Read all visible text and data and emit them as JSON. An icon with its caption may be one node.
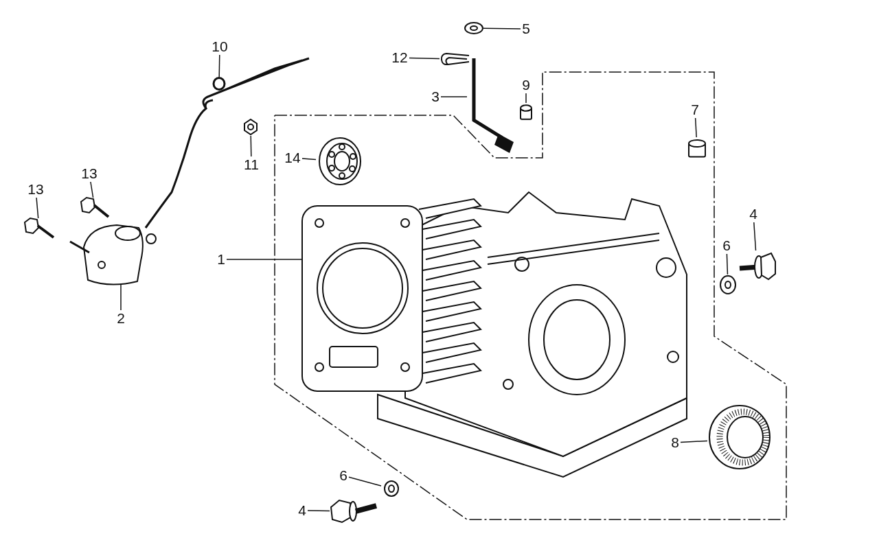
{
  "diagram": {
    "nodes": [
      {
        "text": [
          "5"
        ]
      },
      {
        "text": [],
        "shape": "picture"
      },
      {
        "text": [
          "10"
        ]
      },
      {
        "text": [],
        "shape": "circle"
      },
      {
        "text": [
          "12"
        ]
      },
      {
        "text": [],
        "shape": "picture"
      },
      {
        "text": [
          "9"
        ]
      },
      {
        "text": [],
        "shape": "cylinder"
      },
      {
        "text": [
          "3"
        ]
      },
      {
        "text": [],
        "shape": "picture"
      },
      {
        "text": [
          "7"
        ]
      },
      {
        "text": [],
        "shape": "cylinder"
      },
      {
        "text": [
          "11"
        ]
      },
      {
        "text": [],
        "shape": "picture"
      },
      {
        "text": [
          "14"
        ]
      },
      {
        "text": [],
        "shape": "picture"
      },
      {
        "text": [
          "13"
        ]
      },
      {
        "text": [],
        "shape": "picture"
      },
      {
        "text": [
          "13"
        ]
      },
      {
        "text": [],
        "shape": "picture"
      },
      {
        "text": [
          "4"
        ]
      },
      {
        "text": [],
        "shape": "picture"
      },
      {
        "text": [
          "6"
        ]
      },
      {
        "text": [],
        "shape": "picture"
      },
      {
        "text": [
          "1"
        ]
      },
      {
        "text": [],
        "shape": "picture"
      },
      {
        "text": [
          "2"
        ]
      },
      {
        "text": [],
        "shape": "picture"
      },
      {
        "text": [
          "8"
        ]
      },
      {
        "text": [],
        "shape": "picture"
      },
      {
        "text": [
          "6"
        ]
      },
      {
        "text": [],
        "shape": "picture"
      },
      {
        "text": [
          "4"
        ]
      },
      {
        "text": [],
        "shape": "picture"
      }
    ],
    "edges": [
      {
        "from": 0,
        "to": 1,
        "arrow": "none"
      },
      {
        "from": 2,
        "to": 3,
        "arrow": "none"
      },
      {
        "from": 4,
        "to": 5,
        "arrow": "none"
      },
      {
        "from": 6,
        "to": 7,
        "arrow": "none"
      },
      {
        "from": 8,
        "to": 9,
        "arrow": "none"
      },
      {
        "from": 10,
        "to": 11,
        "arrow": "none"
      },
      {
        "from": 12,
        "to": 13,
        "arrow": "none"
      },
      {
        "from": 14,
        "to": 15,
        "arrow": "none"
      },
      {
        "from": 16,
        "to": 17,
        "arrow": "none"
      },
      {
        "from": 18,
        "to": 19,
        "arrow": "none"
      },
      {
        "from": 20,
        "to": 21,
        "arrow": "none"
      },
      {
        "from": 22,
        "to": 23,
        "arrow": "none"
      },
      {
        "from": 24,
        "to": 25,
        "arrow": "none"
      },
      {
        "from": 26,
        "to": 27,
        "arrow": "none"
      },
      {
        "from": 28,
        "to": 29,
        "arrow": "none"
      },
      {
        "from": 30,
        "to": 31,
        "arrow": "none"
      },
      {
        "from": 32,
        "to": 33,
        "arrow": "none"
      }
    ]
  }
}
